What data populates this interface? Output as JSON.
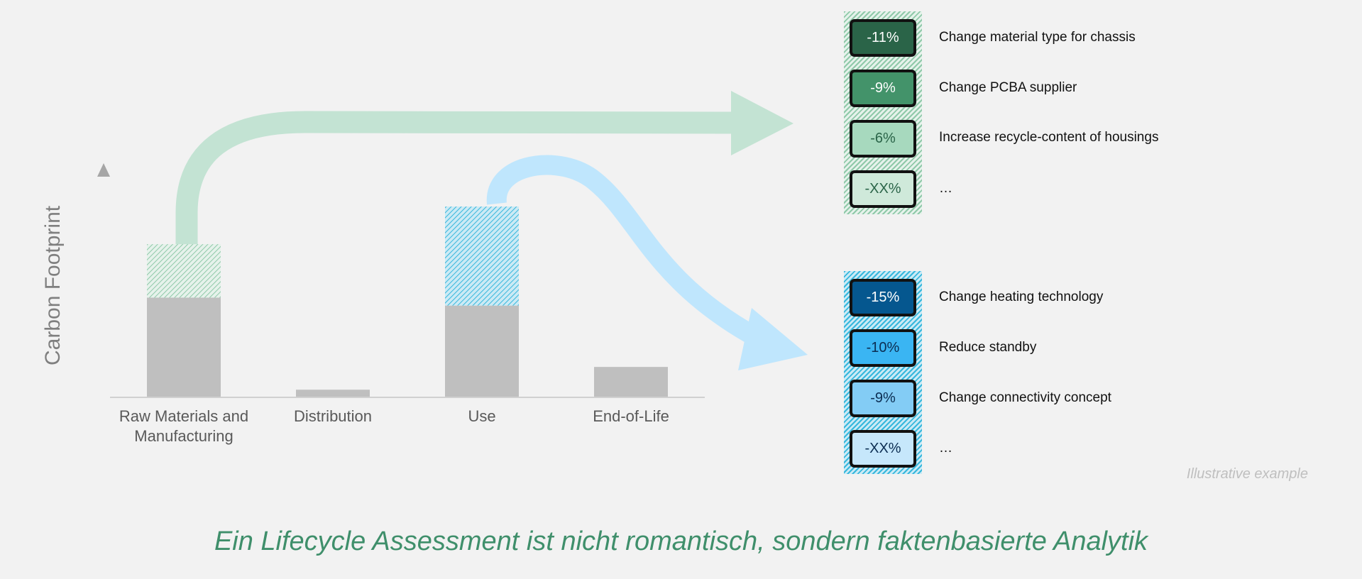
{
  "chart_data": {
    "type": "bar",
    "ylabel": "Carbon Footprint",
    "categories": [
      "Raw Materials and Manufacturing",
      "Distribution",
      "Use",
      "End-of-Life"
    ],
    "series": [
      {
        "values": [
          100,
          7,
          92,
          30
        ]
      },
      {
        "values": [
          54,
          0,
          100,
          0
        ]
      }
    ],
    "stacked": true,
    "ylim": [
      0,
      215
    ],
    "colors": {
      "base": "#bfbfbf",
      "green": "#3f9b6e",
      "blue": "#2fa4d9"
    }
  },
  "ytitle": "Carbon Footprint",
  "categories_display": [
    {
      "line1": "Raw Materials and",
      "line2": "Manufacturing"
    },
    {
      "line1": "Distribution",
      "line2": ""
    },
    {
      "line1": "Use",
      "line2": ""
    },
    {
      "line1": "End-of-Life",
      "line2": ""
    }
  ],
  "measures_green": [
    {
      "value": "-11%",
      "label": "Change material type for chassis",
      "bg": "#2a6448",
      "fg": "#ffffff"
    },
    {
      "value": "-9%",
      "label": "Change PCBA supplier",
      "bg": "#43936a",
      "fg": "#ffffff"
    },
    {
      "value": "-6%",
      "label": "Increase recycle-content of housings",
      "bg": "#a7d9be",
      "fg": "#2a6448"
    },
    {
      "value": "-XX%",
      "label": "…",
      "bg": "#cfe9da",
      "fg": "#2a6448"
    }
  ],
  "measures_blue": [
    {
      "value": "-15%",
      "label": "Change heating technology",
      "bg": "#05578f",
      "fg": "#ffffff"
    },
    {
      "value": "-10%",
      "label": "Reduce standby",
      "bg": "#3ab5f3",
      "fg": "#0b2d52"
    },
    {
      "value": "-9%",
      "label": "Change connectivity concept",
      "bg": "#83ccf5",
      "fg": "#0b2d52"
    },
    {
      "value": "-XX%",
      "label": "…",
      "bg": "#c6e7fb",
      "fg": "#0b2d52"
    }
  ],
  "note": "Illustrative example",
  "headline": "Ein Lifecycle Assessment ist nicht romantisch, sondern faktenbasierte Analytik"
}
